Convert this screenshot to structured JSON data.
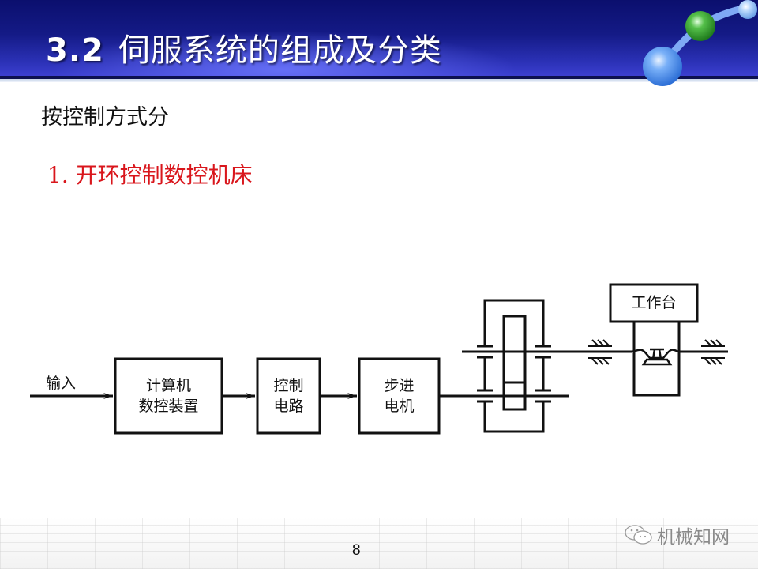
{
  "slide": {
    "title_number": "3.2",
    "title_text": "伺服系统的组成及分类",
    "subtitle": "按控制方式分",
    "item": "1. 开环控制数控机床",
    "page_number": "8",
    "watermark": "机械知网",
    "colors": {
      "header_dark": "#0b0f6e",
      "header_light": "#3b3fd0",
      "item_red": "#d9161c",
      "molecule_blue": "#5b9bf0",
      "molecule_green": "#3fae3a"
    }
  },
  "diagram": {
    "input_label": "输入",
    "blocks": [
      {
        "line1": "计算机",
        "line2": "数控装置"
      },
      {
        "line1": "控制",
        "line2": "电路"
      },
      {
        "line1": "步进",
        "line2": "电机"
      }
    ],
    "worktable_label": "工作台",
    "icons": [
      "gearbox-icon",
      "bearing-icon",
      "leadscrew-nut-icon",
      "molecule-logo",
      "wechat-icon"
    ]
  }
}
